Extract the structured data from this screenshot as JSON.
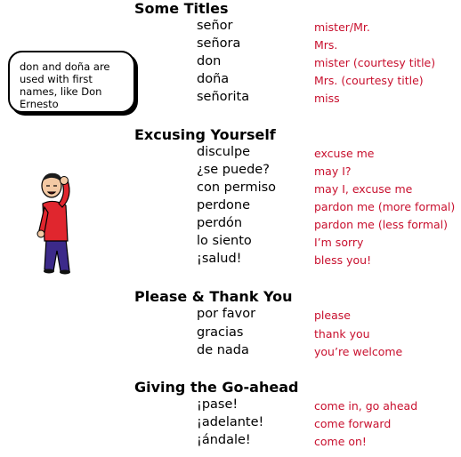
{
  "callout": {
    "text": "don and doña are used with first names, like Don Ernesto"
  },
  "figure": {
    "icon": "person-thinking-illustration",
    "colors": {
      "shirt": "#e0262e",
      "pants": "#3c2a8a",
      "skin": "#f3c9a4",
      "hair": "#1b1b1b"
    }
  },
  "colors": {
    "spanish_text": "#000000",
    "english_text": "#c8102e"
  },
  "sections": [
    {
      "title": "Some Titles",
      "items": [
        {
          "es": "señor",
          "en": "mister/Mr."
        },
        {
          "es": "señora",
          "en": "Mrs."
        },
        {
          "es": "don",
          "en": "mister (courtesy title)"
        },
        {
          "es": "doña",
          "en": "Mrs. (courtesy title)"
        },
        {
          "es": "señorita",
          "en": "miss"
        }
      ]
    },
    {
      "title": "Excusing Yourself",
      "items": [
        {
          "es": "disculpe",
          "en": "excuse me"
        },
        {
          "es": "¿se puede?",
          "en": "may I?"
        },
        {
          "es": "con permiso",
          "en": "may I, excuse me"
        },
        {
          "es": "perdone",
          "en": "pardon me (more formal)"
        },
        {
          "es": "perdón",
          "en": "pardon me (less formal)"
        },
        {
          "es": "lo siento",
          "en": "I’m sorry"
        },
        {
          "es": "¡salud!",
          "en": "bless you!"
        }
      ]
    },
    {
      "title": "Please & Thank You",
      "items": [
        {
          "es": "por favor",
          "en": "please"
        },
        {
          "es": "gracias",
          "en": "thank you"
        },
        {
          "es": "de nada",
          "en": "you’re welcome"
        }
      ]
    },
    {
      "title": "Giving the Go-ahead",
      "items": [
        {
          "es": "¡pase!",
          "en": "come in, go ahead"
        },
        {
          "es": "¡adelante!",
          "en": "come forward"
        },
        {
          "es": "¡ándale!",
          "en": "come on!"
        }
      ]
    }
  ]
}
